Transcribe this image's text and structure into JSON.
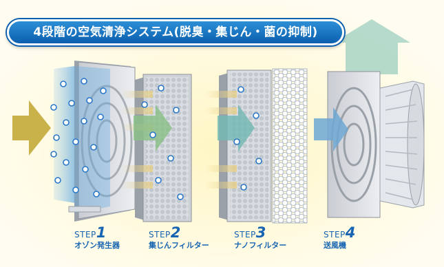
{
  "title": "4段階の空気清浄システム(脱臭・集じん・菌の抑制)",
  "colors": {
    "title_bg": "#0b5fae",
    "step_text": "#1664b2",
    "arrow_yellow": "#c9b24a",
    "arrow_green": "#8cc08a",
    "arrow_teal": "#76b9b4",
    "arrow_blue": "#6fa8d4",
    "up_arrow": "#a9d4c4"
  },
  "steps": [
    {
      "word": "STEP",
      "number": "1",
      "name": "オゾン発生器"
    },
    {
      "word": "STEP",
      "number": "2",
      "name": "集じんフィルター"
    },
    {
      "word": "STEP",
      "number": "3",
      "name": "ナノフィルター"
    },
    {
      "word": "STEP",
      "number": "4",
      "name": "送風機"
    }
  ],
  "icons": [
    "flow-arrow-icon",
    "ozone-particle-icon",
    "fan-icon",
    "up-arrow-icon"
  ]
}
